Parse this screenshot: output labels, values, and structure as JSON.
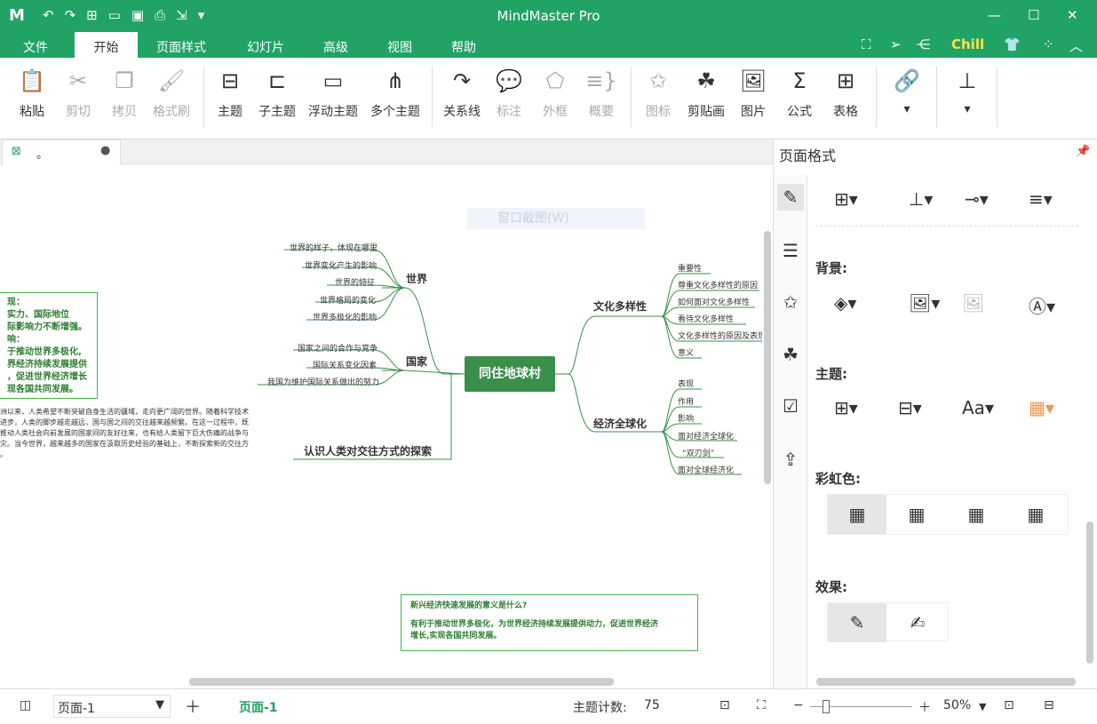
{
  "app": {
    "title": "MindMaster Pro",
    "logo": "M"
  },
  "quick_access": [
    "undo-icon",
    "redo-icon",
    "new-icon",
    "open-icon",
    "save-icon",
    "print-icon",
    "export-icon",
    "more-icon"
  ],
  "menu": {
    "tabs": [
      "文件",
      "开始",
      "页面样式",
      "幻灯片",
      "高级",
      "视图",
      "帮助"
    ],
    "active": "开始",
    "theme": "Chill"
  },
  "ribbon": {
    "paste": "粘贴",
    "cut": "剪切",
    "copy": "拷贝",
    "format_brush": "格式刷",
    "topic": "主题",
    "subtopic": "子主题",
    "floating": "浮动主题",
    "multi": "多个主题",
    "relation": "关系线",
    "callout": "标注",
    "boundary": "外框",
    "summary": "概要",
    "icon": "图标",
    "clipart": "剪贴画",
    "picture": "图片",
    "formula": "公式",
    "table": "表格"
  },
  "doc_tab": {
    "name": "。"
  },
  "canvas": {
    "watermark": "窗口截图(W)",
    "center": "同住地球村",
    "left_branches": [
      {
        "title": "世界",
        "children": [
          "世界的样子，体现在哪里",
          "世界变化产生的影响",
          "世界的特征",
          "世界格局的变化",
          "世界多极化的影响"
        ]
      },
      {
        "title": "国家",
        "children": [
          "国家之间的合作与竞争",
          "国际关系变化因素",
          "我国为维护国际关系做出的努力"
        ]
      },
      {
        "title": "认识人类对交往方式的探索",
        "children": []
      }
    ],
    "right_branches": [
      {
        "title": "文化多样性",
        "children": [
          "重要性",
          "尊重文化多样性的原因",
          "如何面对文化多样性",
          "看待文化多样性",
          "文化多样性的原因及表现",
          "意义"
        ]
      },
      {
        "title": "经济全球化",
        "children": [
          "表现",
          "作用",
          "影响",
          "面对经济全球化",
          "“双刃剑”",
          "面对全球经济化"
        ]
      }
    ],
    "left_note": [
      "现：",
      "实力、国际地位",
      "际影响力不断增强。",
      "响：",
      "于推动世界多极化,",
      "界经济持续发展提供",
      "，促进世界经济增长",
      "现各国共同发展。"
    ],
    "left_paragraph": [
      "洲以来，人类希望不断突破自身生活的疆域，走向更广阔的世界。随着科学技术",
      "进步，人类的脚步越走越远，国与国之间的交往越来越频繁。在这一过程中，既",
      "推动人类社会向前发展的国家间的友好往来，也有给人类留下巨大伤痛的战争与",
      "灾。当今世界，越来越多的国家在汲取历史经验的基础上，不断探索新的交往方",
      "。"
    ],
    "qa_note": {
      "question": "新兴经济快速发展的意义是什么?",
      "answer_1": "有利于推动世界多极化，为世界经济持续发展提供动力，促进世界经济",
      "answer_2": "增长,实现各国共同发展。"
    }
  },
  "panel": {
    "title": "页面格式",
    "background_label": "背景:",
    "theme_label": "主题:",
    "rainbow_label": "彩虹色:",
    "effect_label": "效果:"
  },
  "status": {
    "page_select": "页面-1",
    "page_tab": "页面-1",
    "topic_count_label": "主题计数:",
    "topic_count": "75",
    "zoom": "50%"
  },
  "colors": {
    "brand": "#21a366",
    "node_line": "#3a8f4a"
  }
}
